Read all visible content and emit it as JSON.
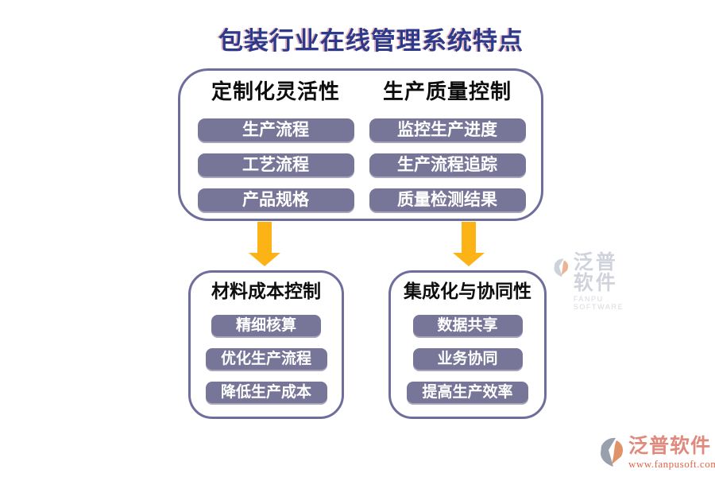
{
  "title": "包装行业在线管理系统特点",
  "top_box": {
    "columns": [
      {
        "heading": "定制化灵活性",
        "items": [
          "生产流程",
          "工艺流程",
          "产品规格"
        ]
      },
      {
        "heading": "生产质量控制",
        "items": [
          "监控生产进度",
          "生产流程追踪",
          "质量检测结果"
        ]
      }
    ]
  },
  "bottom_boxes": [
    {
      "heading": "材料成本控制",
      "items": [
        "精细核算",
        "优化生产流程",
        "降低生产成本"
      ]
    },
    {
      "heading": "集成化与协同性",
      "items": [
        "数据共享",
        "业务协同",
        "提高生产效率"
      ]
    }
  ],
  "watermark": {
    "name": "泛普软件",
    "subtitle": "FANPU SOFTWARE"
  },
  "footer_logo": {
    "name": "泛普软件",
    "url": "www.fanpusoft.com"
  },
  "colors": {
    "title_text": "#2d3a8c",
    "pill_background": "#787698",
    "box_border": "#6f6d9b",
    "arrow": "#fcb316",
    "logo_orange": "#df9368",
    "logo_name_text": "#e08a7e",
    "logo_url_text": "#e2654a"
  }
}
